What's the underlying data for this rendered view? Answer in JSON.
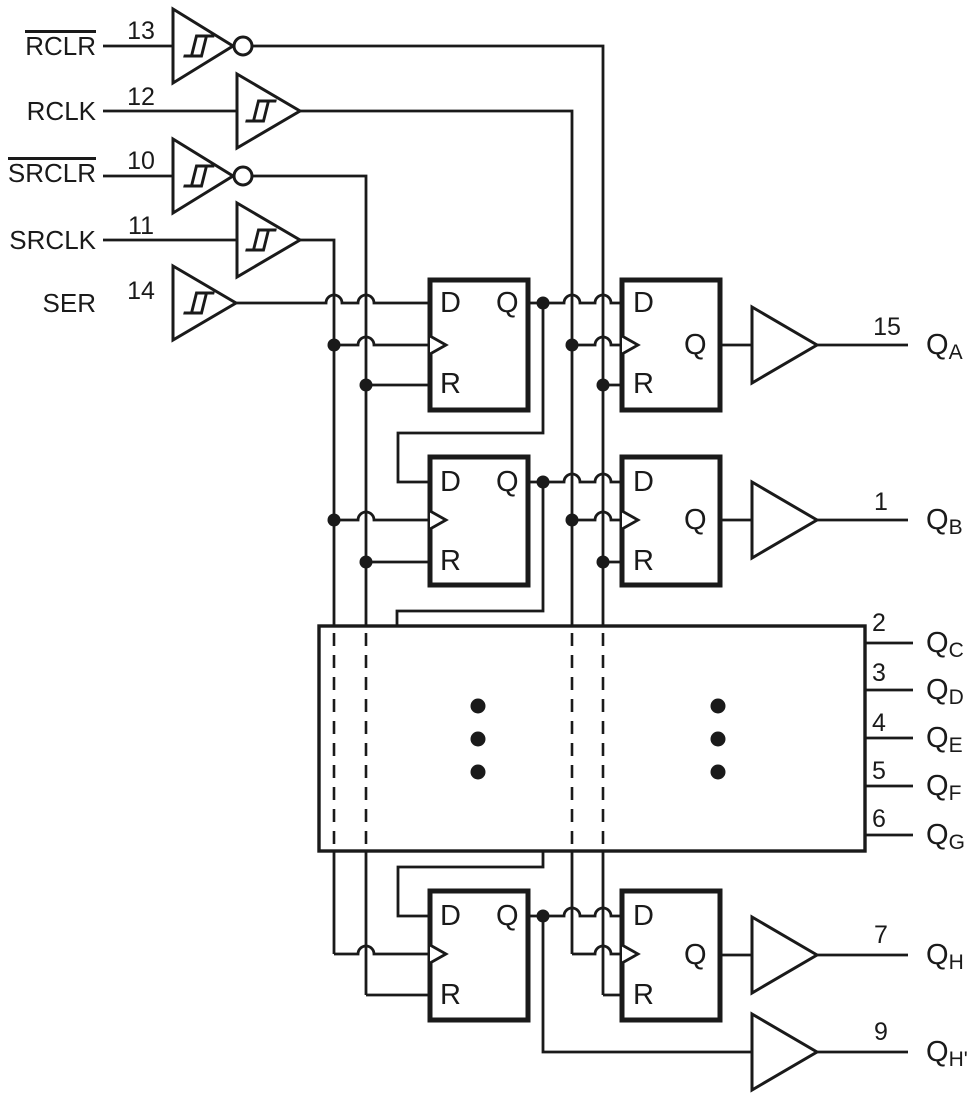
{
  "colors": {
    "ink": "#1a1a1a",
    "background": "#ffffff"
  },
  "inputs": [
    {
      "label": "RCLR",
      "pin": "13",
      "active_low": true,
      "buffer": "schmitt-inverting"
    },
    {
      "label": "RCLK",
      "pin": "12",
      "active_low": false,
      "buffer": "schmitt"
    },
    {
      "label": "SRCLR",
      "pin": "10",
      "active_low": true,
      "buffer": "schmitt-inverting"
    },
    {
      "label": "SRCLK",
      "pin": "11",
      "active_low": false,
      "buffer": "schmitt"
    },
    {
      "label": "SER",
      "pin": "14",
      "active_low": false,
      "buffer": "schmitt"
    }
  ],
  "flipflop_ports": {
    "data": "D",
    "output": "Q",
    "reset": "R"
  },
  "outputs": [
    {
      "pin": "15",
      "base": "Q",
      "sub": "A"
    },
    {
      "pin": "1",
      "base": "Q",
      "sub": "B"
    },
    {
      "pin": "2",
      "base": "Q",
      "sub": "C"
    },
    {
      "pin": "3",
      "base": "Q",
      "sub": "D"
    },
    {
      "pin": "4",
      "base": "Q",
      "sub": "E"
    },
    {
      "pin": "5",
      "base": "Q",
      "sub": "F"
    },
    {
      "pin": "6",
      "base": "Q",
      "sub": "G"
    },
    {
      "pin": "7",
      "base": "Q",
      "sub": "H"
    },
    {
      "pin": "9",
      "base": "Q",
      "sub": "H'"
    }
  ]
}
